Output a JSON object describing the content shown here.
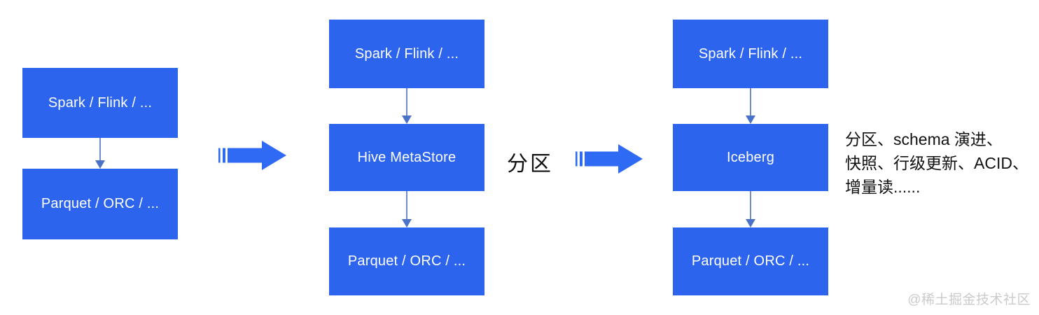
{
  "diagram": {
    "title_hint": "data lake architecture evolution: file formats -> Hive MetaStore -> Iceberg",
    "columns": [
      {
        "name": "file-format-era",
        "nodes": [
          {
            "label": "Spark / Flink / ..."
          },
          {
            "label": "Parquet / ORC / ..."
          }
        ]
      },
      {
        "name": "hive-metastore-era",
        "nodes": [
          {
            "label": "Spark / Flink / ..."
          },
          {
            "label": "Hive MetaStore"
          },
          {
            "label": "Parquet / ORC / ..."
          }
        ]
      },
      {
        "name": "iceberg-era",
        "nodes": [
          {
            "label": "Spark / Flink / ..."
          },
          {
            "label": "Iceberg"
          },
          {
            "label": "Parquet / ORC / ..."
          }
        ]
      }
    ],
    "transitions": [
      {
        "label": ""
      },
      {
        "label": "分区"
      }
    ],
    "annotation": {
      "line1": "分区、schema 演进、",
      "line2": "快照、行级更新、ACID、",
      "line3": "增量读......"
    },
    "watermark": "@稀土掘金技术社区",
    "colors": {
      "box_fill": "#2d64ee",
      "arrow_fill": "#2e6af3",
      "connector": "#4a72c8",
      "box_text": "#ffffff",
      "annotation_text": "#111111",
      "watermark_text": "#cbcbcb"
    }
  }
}
